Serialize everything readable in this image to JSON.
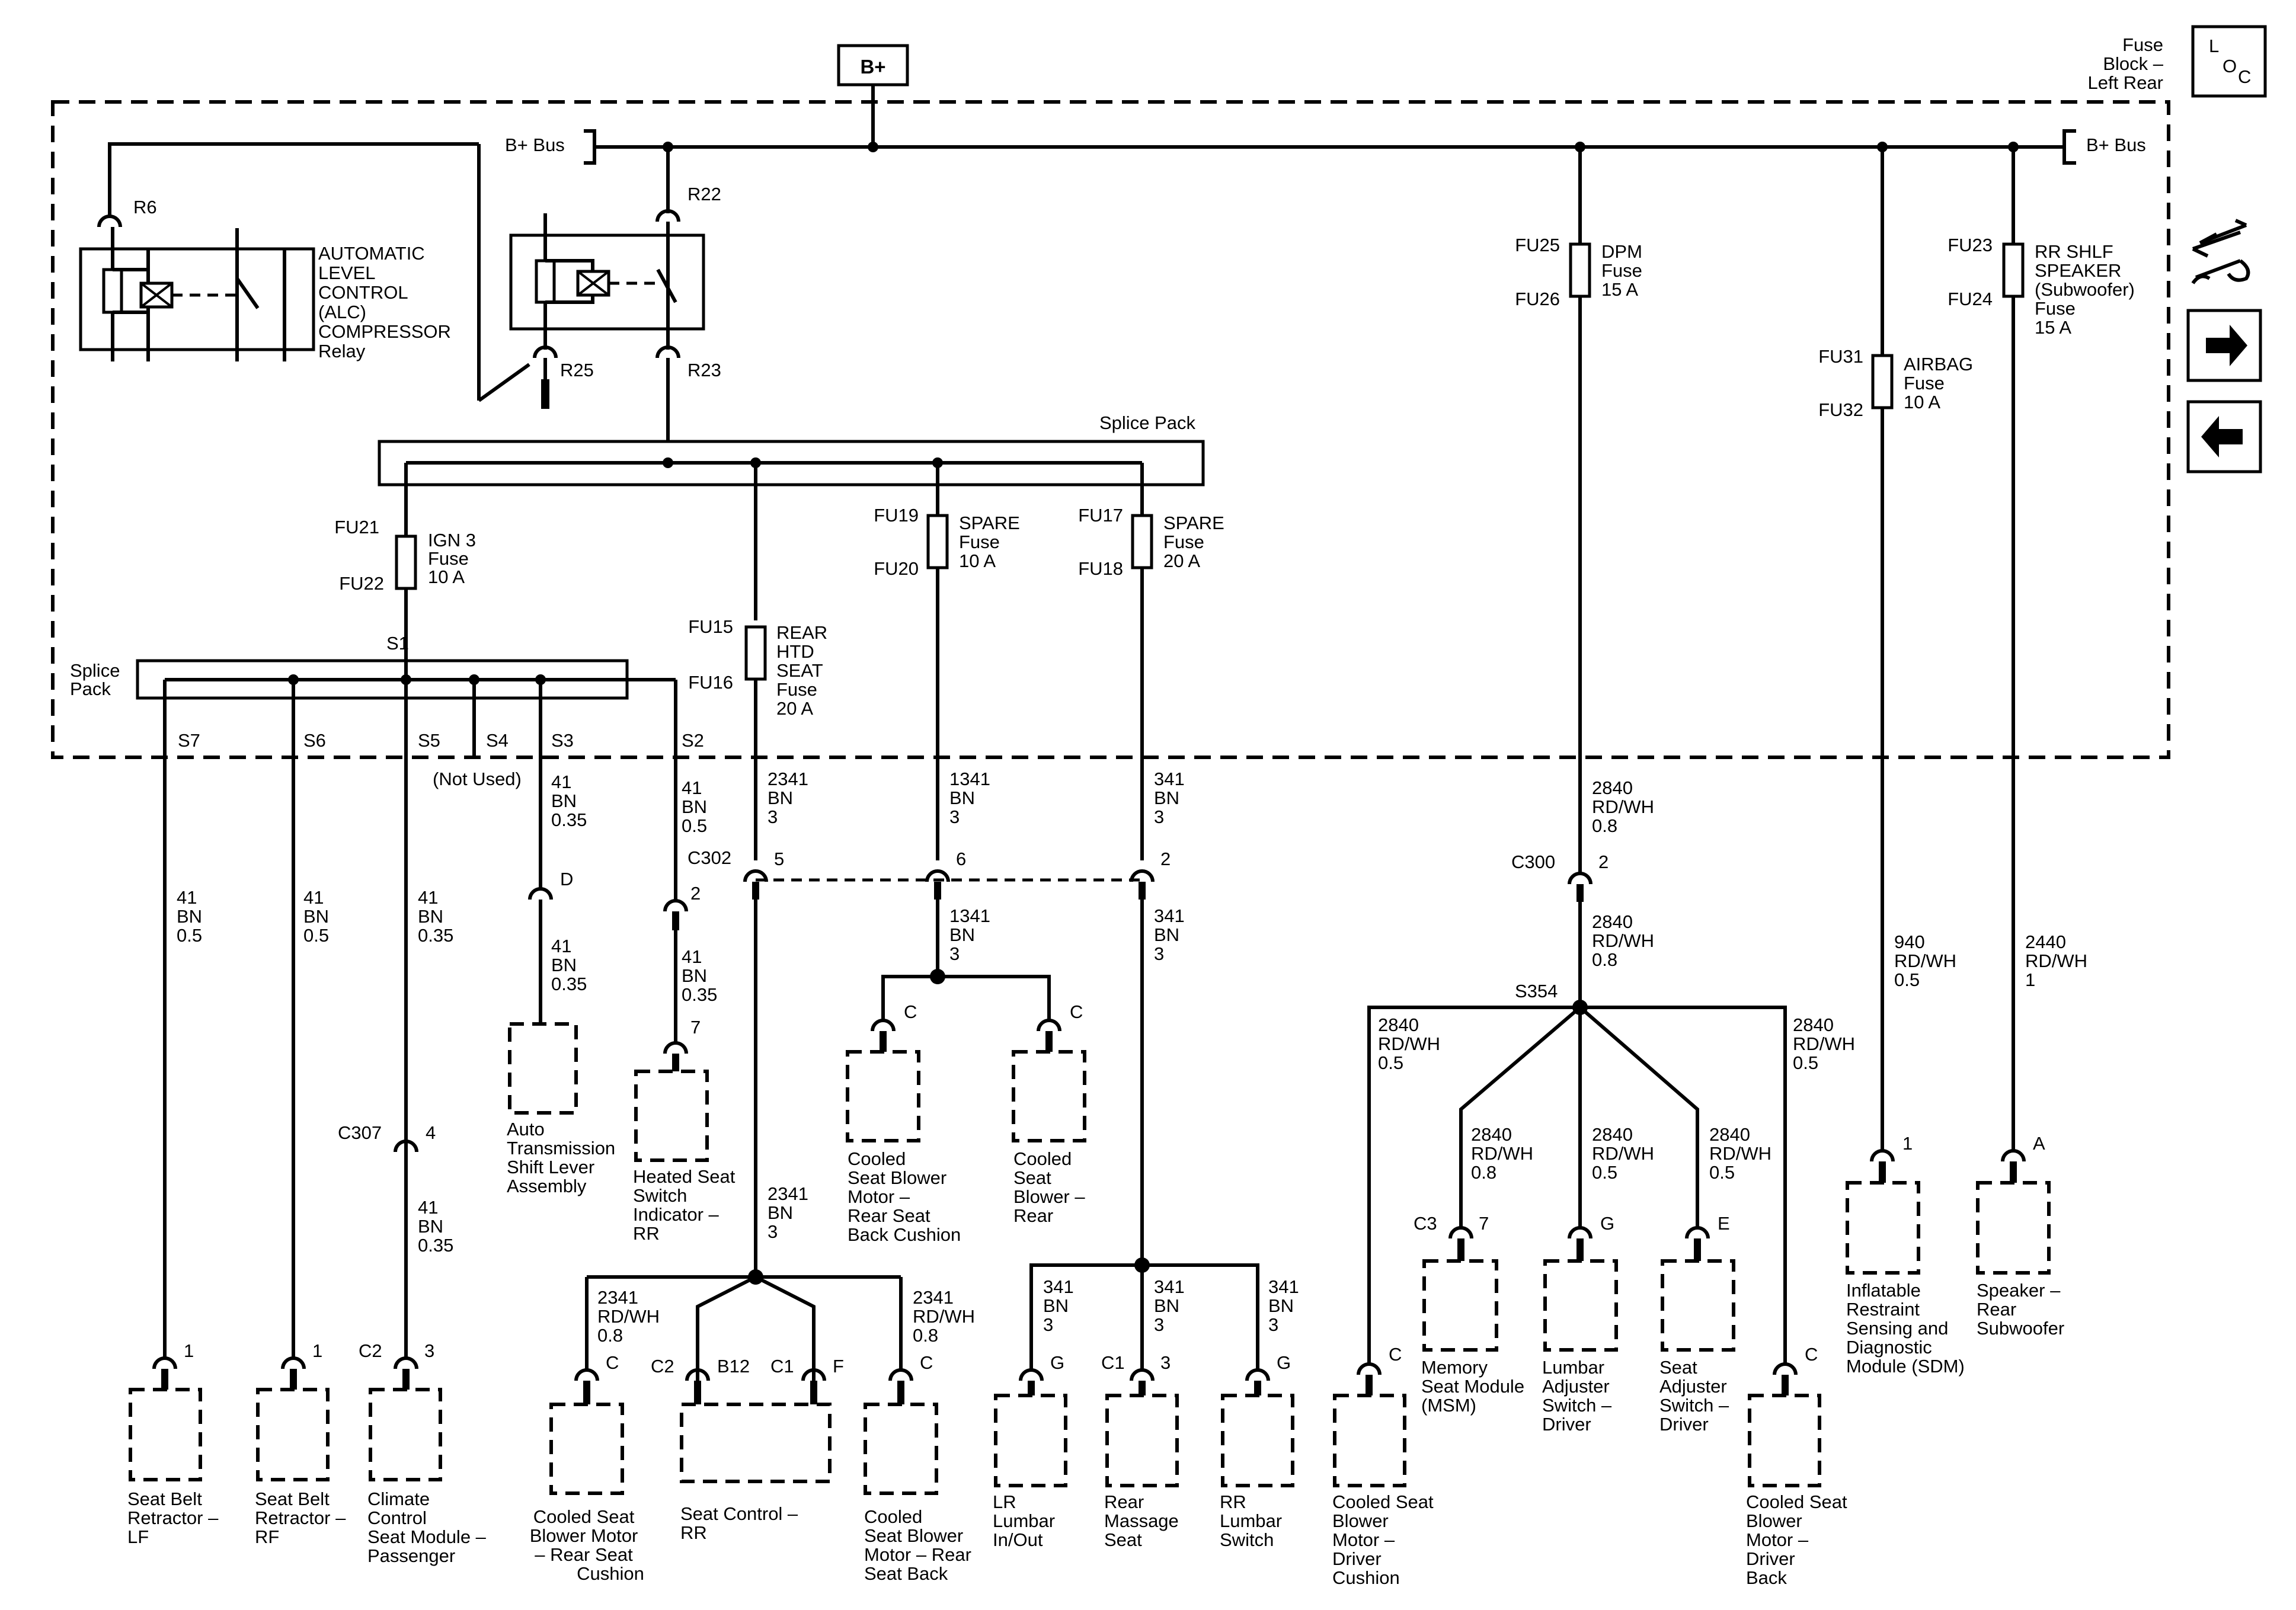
{
  "header": {
    "b_plus": "B+",
    "fuse_block_label": [
      "Fuse",
      "Block –",
      "Left Rear"
    ],
    "loc_letters": [
      "L",
      "O",
      "C"
    ]
  },
  "bus": {
    "left": "B+ Bus",
    "right": "B+ Bus"
  },
  "nav_icons": [
    "wiring-tools-icon",
    "arrow-right-icon",
    "arrow-left-icon"
  ],
  "relays": {
    "alc": {
      "terminal_top": "R6",
      "name": [
        "AUTOMATIC",
        "LEVEL",
        "CONTROL",
        "(ALC)",
        "COMPRESSOR",
        "Relay"
      ]
    },
    "r22": {
      "terminal_top": "R22",
      "terminal_bl": "R25",
      "terminal_br": "R23"
    }
  },
  "splice_packs": {
    "main": "Splice Pack",
    "s1_label": [
      "Splice",
      "Pack"
    ],
    "s1": "S1",
    "splices": [
      "S7",
      "S6",
      "S5",
      "S4",
      "S3",
      "S2"
    ],
    "not_used": "(Not Used)"
  },
  "fuses": {
    "fu21": {
      "top": "FU21",
      "bottom": "FU22",
      "name": [
        "IGN 3",
        "Fuse",
        "10 A"
      ]
    },
    "fu15": {
      "top": "FU15",
      "bottom": "FU16",
      "name": [
        "REAR",
        "HTD",
        "SEAT",
        "Fuse",
        "20 A"
      ]
    },
    "fu19": {
      "top": "FU19",
      "bottom": "FU20",
      "name": [
        "SPARE",
        "Fuse",
        "10 A"
      ]
    },
    "fu17": {
      "top": "FU17",
      "bottom": "FU18",
      "name": [
        "SPARE",
        "Fuse",
        "20 A"
      ]
    },
    "fu25": {
      "top": "FU25",
      "bottom": "FU26",
      "name": [
        "DPM",
        "Fuse",
        "15 A"
      ]
    },
    "fu31": {
      "top": "FU31",
      "bottom": "FU32",
      "name": [
        "AIRBAG",
        "Fuse",
        "10 A"
      ]
    },
    "fu23": {
      "top": "FU23",
      "bottom": "FU24",
      "name": [
        "RR SHLF",
        "SPEAKER",
        "(Subwoofer)",
        "Fuse",
        "15 A"
      ]
    }
  },
  "connectors": {
    "c302": "C302",
    "c302_pins": [
      "5",
      "6",
      "2"
    ],
    "c300": "C300",
    "c300_pin": "2",
    "c307": "C307",
    "c307_pin": "4",
    "s354": "S354"
  },
  "wires": {
    "w41_05": [
      "41",
      "BN",
      "0.5"
    ],
    "w41_035": [
      "41",
      "BN",
      "0.35"
    ],
    "w2341": [
      "2341",
      "BN",
      "3"
    ],
    "w1341": [
      "1341",
      "BN",
      "3"
    ],
    "w341": [
      "341",
      "BN",
      "3"
    ],
    "w2840_08": [
      "2840",
      "RD/WH",
      "0.8"
    ],
    "w2840_05": [
      "2840",
      "RD/WH",
      "0.5"
    ],
    "w2341rd": [
      "2341",
      "RD/WH",
      "0.8"
    ],
    "w940": [
      "940",
      "RD/WH",
      "0.5"
    ],
    "w2440": [
      "2440",
      "RD/WH",
      "1"
    ]
  },
  "pins": {
    "p1": "1",
    "pD": "D",
    "p2": "2",
    "p7": "7",
    "p3": "3",
    "pC2": "C2",
    "pC": "C",
    "pG": "G",
    "pE": "E",
    "pF": "F",
    "pA": "A",
    "pB12": "B12",
    "pC1": "C1",
    "pC3": "C3"
  },
  "components": {
    "seat_belt_lf": [
      "Seat Belt",
      "Retractor –",
      "LF"
    ],
    "seat_belt_rf": [
      "Seat Belt",
      "Retractor –",
      "RF"
    ],
    "climate": [
      "Climate",
      "Control",
      "Seat Module –",
      "Passenger"
    ],
    "auto_trans": [
      "Auto",
      "Transmission",
      "Shift Lever",
      "Assembly"
    ],
    "heated_seat": [
      "Heated Seat",
      "Switch",
      "Indicator –",
      "RR"
    ],
    "cooled_cushion_top": [
      "Cooled",
      "Seat Blower",
      "Motor –",
      "Rear Seat",
      "Back Cushion"
    ],
    "cooled_rear": [
      "Cooled",
      "Seat",
      "Blower –",
      "Rear"
    ],
    "cooled_cushion": [
      "Cooled Seat",
      "Blower Motor",
      "– Rear Seat",
      "Cushion"
    ],
    "seat_control": [
      "Seat Control –",
      "RR"
    ],
    "cooled_back": [
      "Cooled",
      "Seat Blower",
      "Motor – Rear",
      "Seat Back"
    ],
    "lr_lumbar": [
      "LR",
      "Lumbar",
      "In/Out"
    ],
    "rear_massage": [
      "Rear",
      "Massage",
      "Seat"
    ],
    "rr_lumbar": [
      "RR",
      "Lumbar",
      "Switch"
    ],
    "cooled_driver_cushion": [
      "Cooled Seat",
      "Blower",
      "Motor –",
      "Driver",
      "Cushion"
    ],
    "memory_seat": [
      "Memory",
      "Seat Module",
      "(MSM)"
    ],
    "lumbar_driver": [
      "Lumbar",
      "Adjuster",
      "Switch –",
      "Driver"
    ],
    "seat_adjuster": [
      "Seat",
      "Adjuster",
      "Switch –",
      "Driver"
    ],
    "cooled_driver_back": [
      "Cooled Seat",
      "Blower",
      "Motor –",
      "Driver",
      "Back"
    ],
    "sdm": [
      "Inflatable",
      "Restraint",
      "Sensing and",
      "Diagnostic",
      "Module (SDM)"
    ],
    "speaker": [
      "Speaker –",
      "Rear",
      "Subwoofer"
    ]
  }
}
